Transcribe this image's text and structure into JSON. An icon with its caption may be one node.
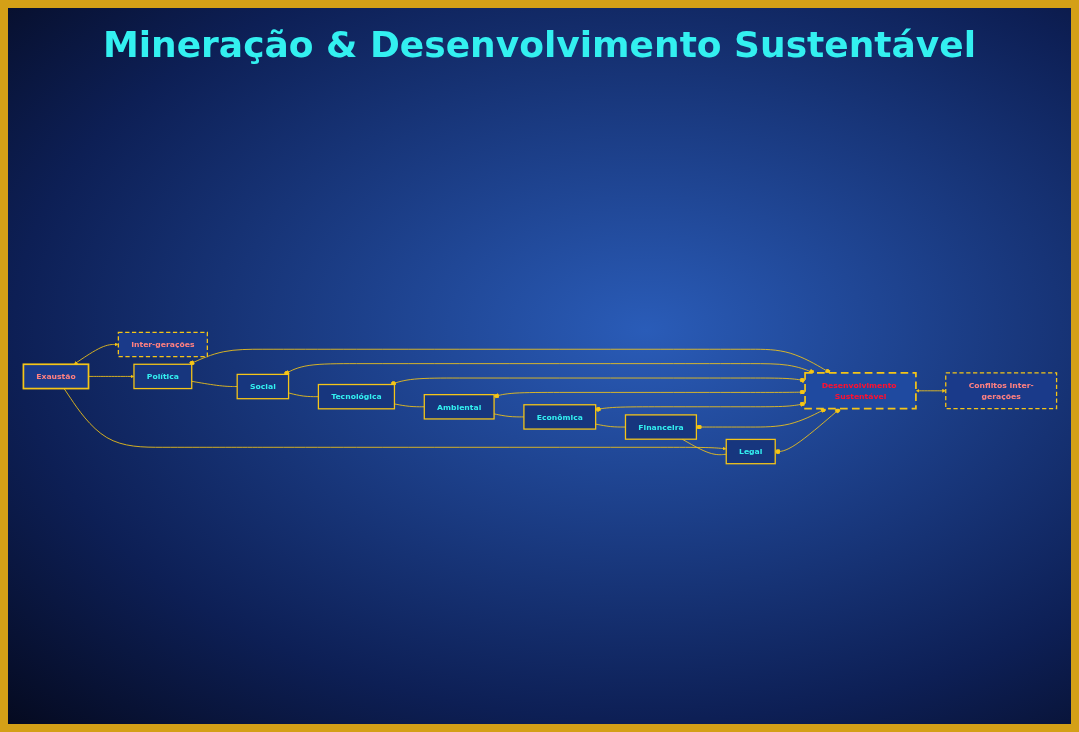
{
  "diagram": {
    "title": "Mineração & Desenvolvimento Sustentável",
    "nodes": [
      {
        "text": [
          "Exaustão"
        ]
      },
      {
        "text": [
          "Inter-gerações"
        ]
      },
      {
        "text": [
          "Política"
        ]
      },
      {
        "text": [
          "Social"
        ]
      },
      {
        "text": [
          "Tecnológica"
        ]
      },
      {
        "text": [
          "Ambiental"
        ]
      },
      {
        "text": [
          "Econômica"
        ]
      },
      {
        "text": [
          "Financeira"
        ]
      },
      {
        "text": [
          "Legal"
        ]
      },
      {
        "text": [
          "Desenvolvimento Sustentável"
        ]
      },
      {
        "text": [
          "Conflitos Inter-gerações"
        ]
      }
    ],
    "edges": [
      {
        "from": 0,
        "to": 2,
        "arrow": "to"
      },
      {
        "from": 0,
        "to": 8,
        "arrow": "to"
      },
      {
        "from": 0,
        "to": 1,
        "arrow": "both"
      },
      {
        "from": 2,
        "to": 3,
        "arrow": "none"
      },
      {
        "from": 3,
        "to": 4,
        "arrow": "none"
      },
      {
        "from": 4,
        "to": 5,
        "arrow": "none"
      },
      {
        "from": 5,
        "to": 6,
        "arrow": "none"
      },
      {
        "from": 6,
        "to": 7,
        "arrow": "none"
      },
      {
        "from": 7,
        "to": 8,
        "arrow": "none"
      },
      {
        "from": 2,
        "to": 9,
        "arrow": "other"
      },
      {
        "from": 3,
        "to": 9,
        "arrow": "other"
      },
      {
        "from": 4,
        "to": 9,
        "arrow": "other"
      },
      {
        "from": 5,
        "to": 9,
        "arrow": "other"
      },
      {
        "from": 6,
        "to": 9,
        "arrow": "other"
      },
      {
        "from": 7,
        "to": 9,
        "arrow": "other"
      },
      {
        "from": 8,
        "to": 9,
        "arrow": "other"
      },
      {
        "from": 9,
        "to": 10,
        "arrow": "both"
      }
    ]
  }
}
